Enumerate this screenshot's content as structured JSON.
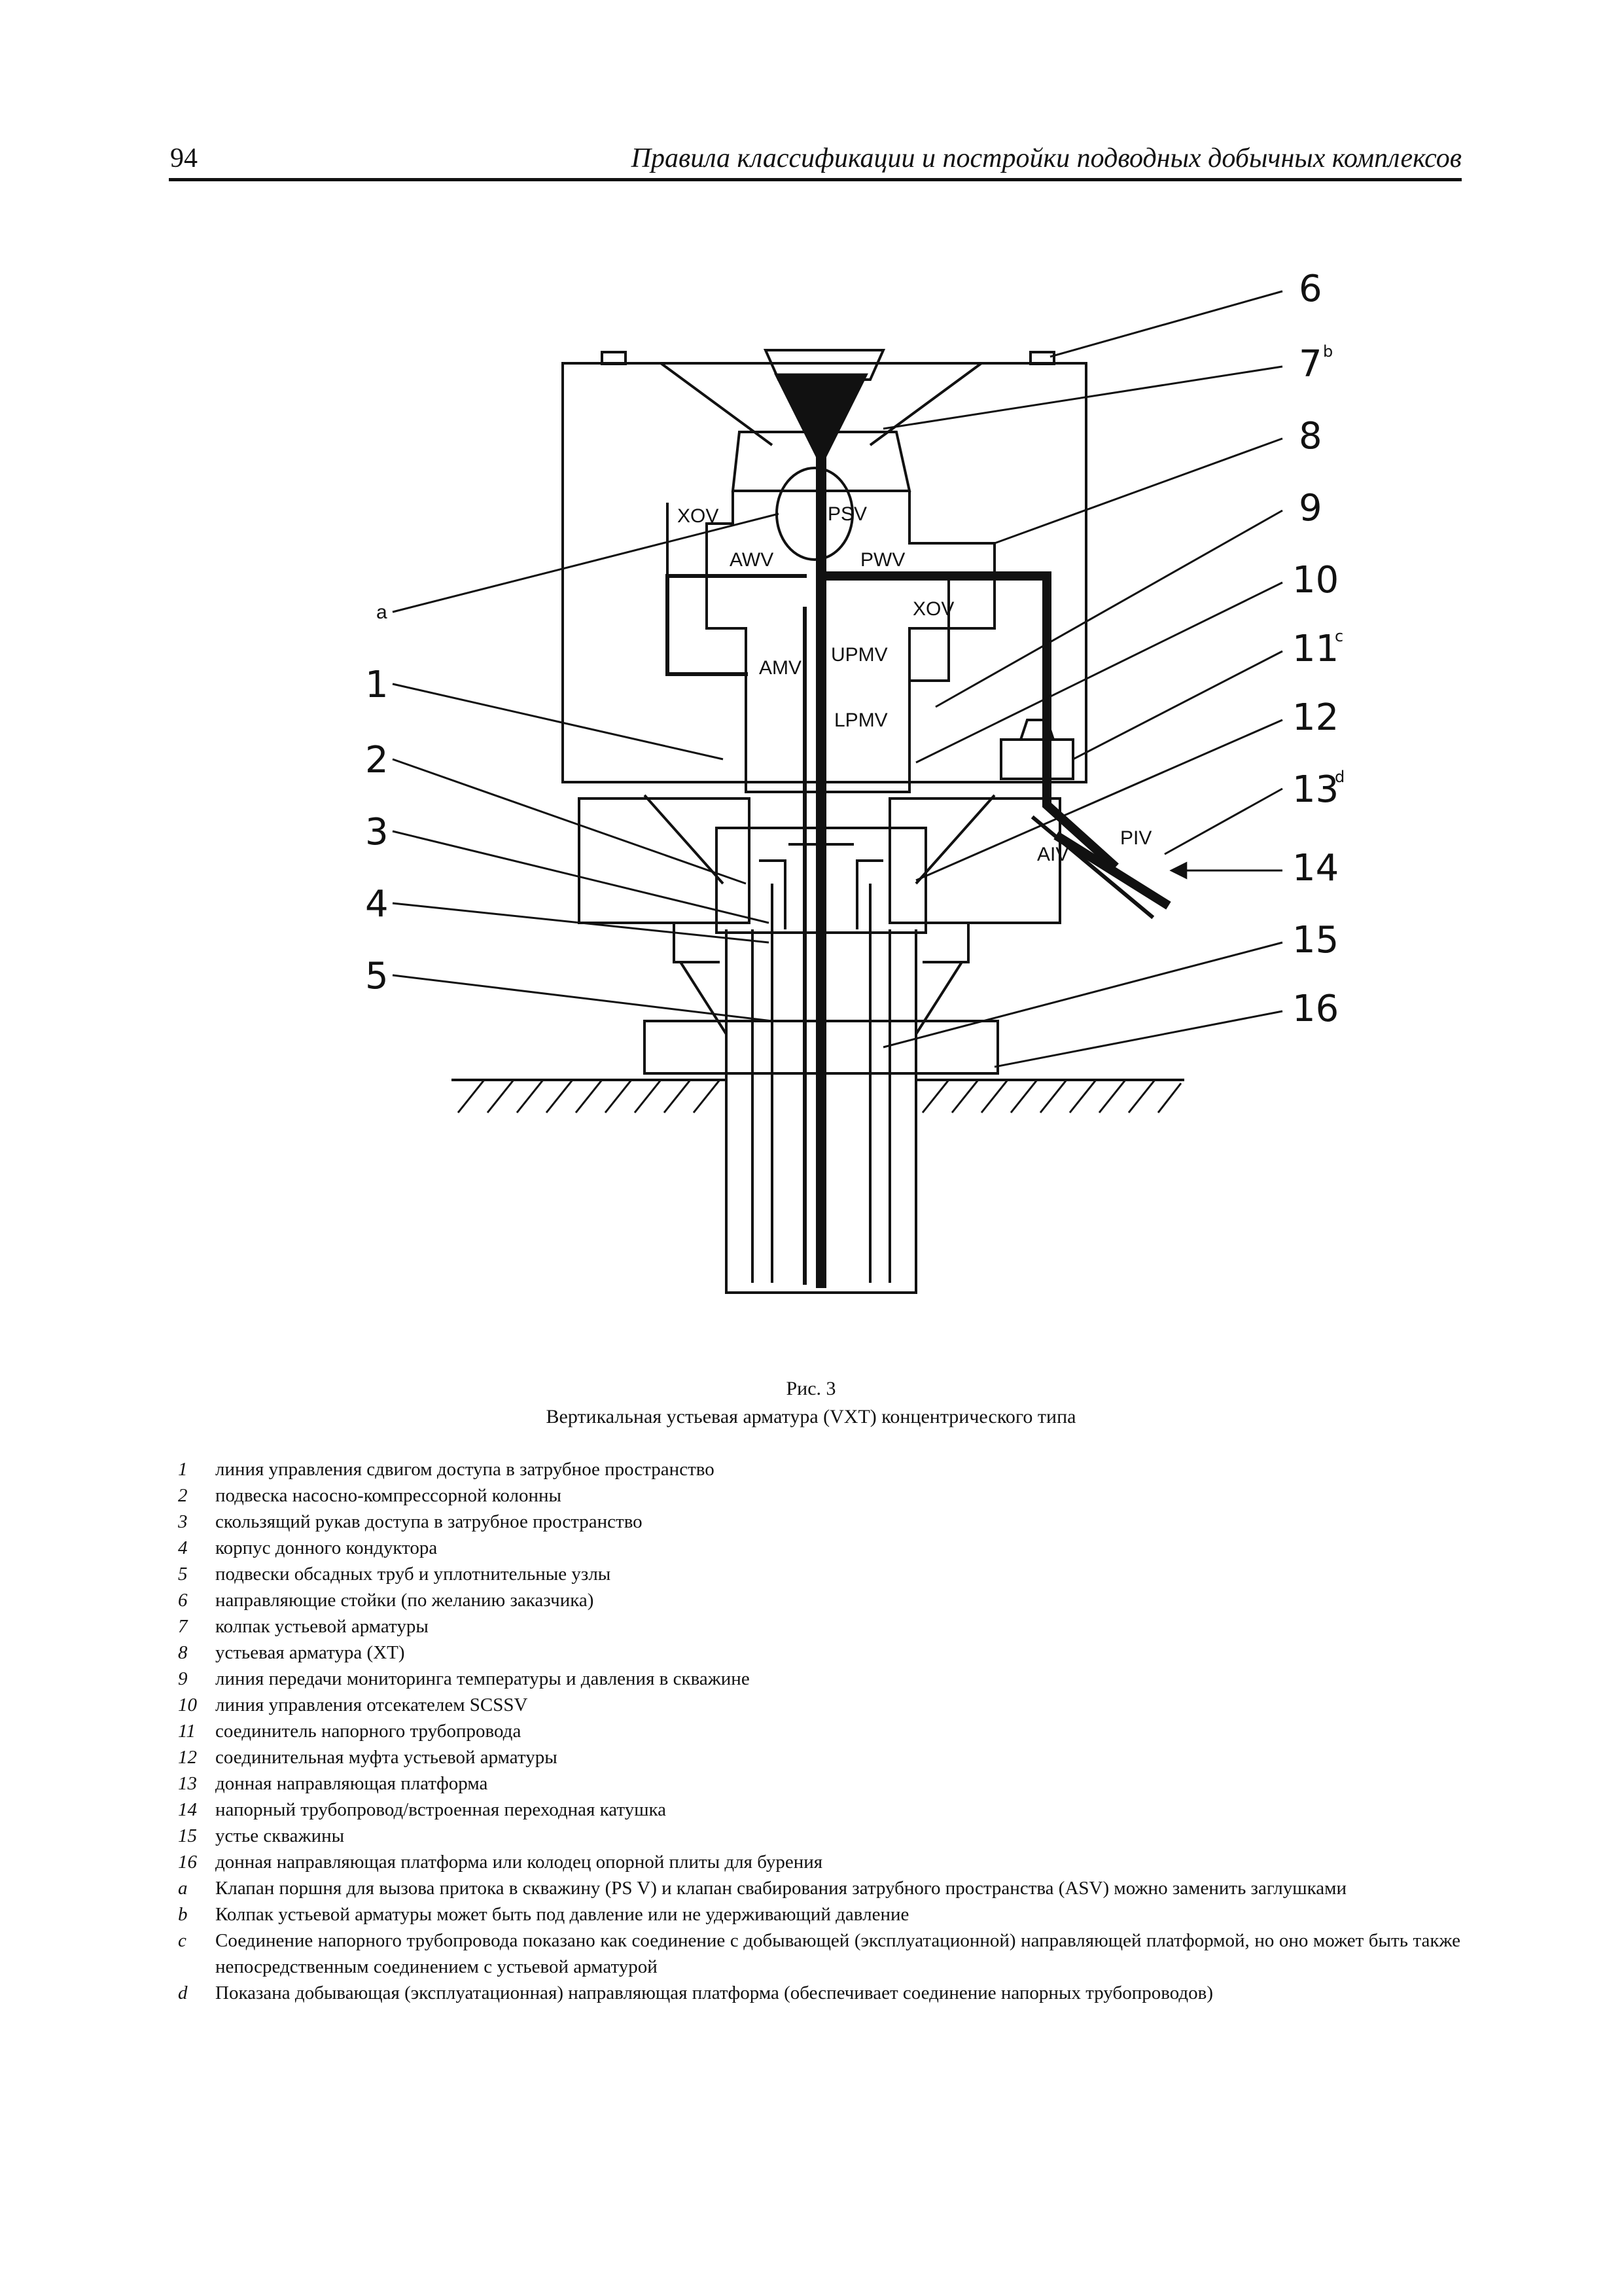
{
  "header": {
    "page_number": "94",
    "title": "Правила классификации и постройки подводных добычных комплексов"
  },
  "figure": {
    "number_labels": [
      "1",
      "2",
      "3",
      "4",
      "5",
      "6",
      "7",
      "8",
      "9",
      "10",
      "11",
      "12",
      "13",
      "14",
      "15",
      "16"
    ],
    "superscripts": {
      "7": "b",
      "11": "c",
      "13": "d"
    },
    "note_label": "a",
    "valve_labels": {
      "xov_left": "XOV",
      "psv": "PSV",
      "awv": "AWV",
      "pwv": "PWV",
      "xov_right": "XOV",
      "upmv": "UPMV",
      "amv": "AMV",
      "lpmv": "LPMV",
      "aiv": "AIV",
      "piv": "PIV"
    }
  },
  "caption": {
    "title": "Рис. 3",
    "text": "Вертикальная устьевая арматура (VXT) концентрического типа"
  },
  "legend": [
    {
      "key": "1",
      "text": "линия управления сдвигом доступа в затрубное пространство"
    },
    {
      "key": "2",
      "text": "подвеска насосно-компрессорной колонны"
    },
    {
      "key": "3",
      "text": "скользящий рукав доступа в затрубное пространство"
    },
    {
      "key": "4",
      "text": "корпус донного кондуктора"
    },
    {
      "key": "5",
      "text": "подвески обсадных труб и уплотнительные узлы"
    },
    {
      "key": "6",
      "text": "направляющие стойки (по желанию заказчика)"
    },
    {
      "key": "7",
      "text": "колпак устьевой арматуры"
    },
    {
      "key": "8",
      "text": "устьевая арматура (XT)"
    },
    {
      "key": "9",
      "text": "линия передачи мониторинга температуры и давления в скважине"
    },
    {
      "key": "10",
      "text": "линия управления отсекателем SCSSV"
    },
    {
      "key": "11",
      "text": "соединитель напорного трубопровода"
    },
    {
      "key": "12",
      "text": "соединительная муфта устьевой арматуры"
    },
    {
      "key": "13",
      "text": "донная направляющая платформа"
    },
    {
      "key": "14",
      "text": "напорный трубопровод/встроенная переходная катушка"
    },
    {
      "key": "15",
      "text": "устье скважины"
    },
    {
      "key": "16",
      "text": "донная направляющая платформа или колодец опорной плиты для бурения"
    },
    {
      "key": "a",
      "text": "Клапан поршня для вызова притока в скважину (PS V) и клапан свабирования затрубного пространства (ASV) можно заменить заглушками"
    },
    {
      "key": "b",
      "text": "Колпак устьевой арматуры может быть под давление или не удерживающий давление"
    },
    {
      "key": "c",
      "text": "Соединение напорного трубопровода показано как соединение с добывающей (эксплуатационной) направляющей платформой, но оно может быть также непосредственным соединением с устьевой арматурой"
    },
    {
      "key": "d",
      "text": "Показана добывающая (эксплуатационная) направляющая платформа (обеспечивает соединение напорных трубопроводов)"
    }
  ]
}
